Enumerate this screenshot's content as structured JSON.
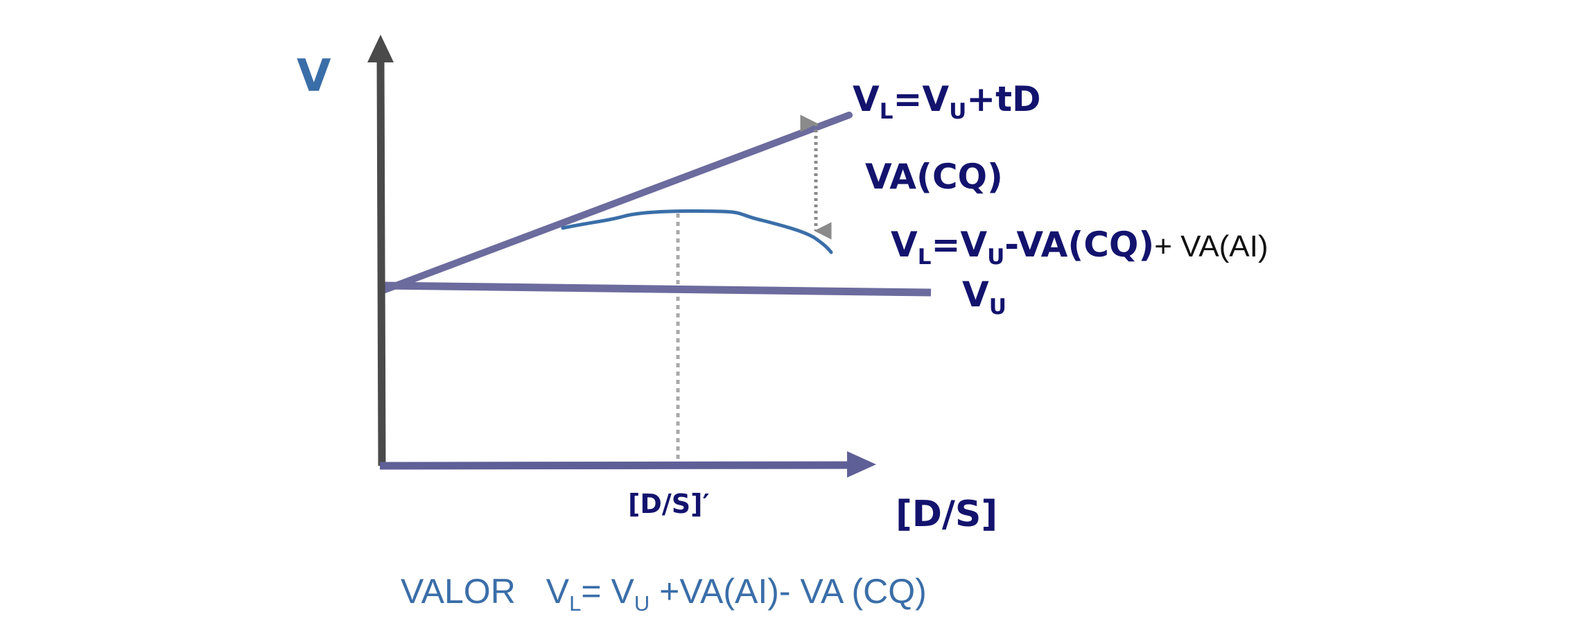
{
  "diagram": {
    "y_axis_label": "V",
    "x_axis_label": "[D/S]",
    "optimum_label": "[D/S]′",
    "gap_label": "VA(CQ)",
    "levered_tax_line": {
      "v": "V",
      "l": "L",
      "eq": "=V",
      "u": "U",
      "rest": "+tD"
    },
    "levered_cost_curve": {
      "v": "V",
      "l": "L",
      "eq": "=V",
      "u": "U",
      "mid": "-VA(CQ)",
      "tail": "+ VA(AI)"
    },
    "unlevered_line": {
      "v": "V",
      "u": "U"
    },
    "bottom_formula": {
      "word": "VALOR",
      "v1": "V",
      "l": "L",
      "eq": "= V",
      "u": "U",
      "rest": " +VA(AI)- VA (CQ)"
    }
  },
  "colors": {
    "axis": "#4a4a4a",
    "axis_arrow": "#5f5f97",
    "lines": "#6b6b9e",
    "curve": "#3a6ea8",
    "guide": "#a9a9a9",
    "gap_arrow": "#8a8a8a",
    "label_navy": "#13136e",
    "label_blue": "#3a6ea8"
  }
}
